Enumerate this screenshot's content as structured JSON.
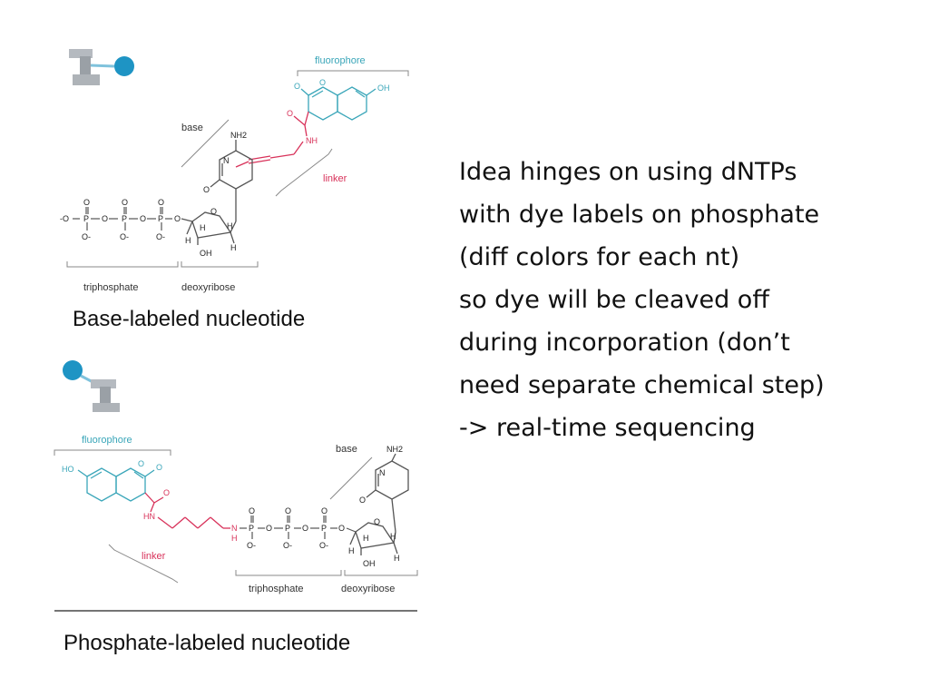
{
  "diagram": {
    "top": {
      "fluorophore": "fluorophore",
      "base": "base",
      "linker": "linker",
      "triphosphate": "triphosphate",
      "deoxyribose": "deoxyribose",
      "atoms": {
        "oh": "OH",
        "o_ring": "O",
        "o_carbonyl": "O",
        "nh2": "NH2",
        "nh": "NH",
        "o_amide": "O",
        "n": "N",
        "o_pyr": "O",
        "p1": "P",
        "p2": "P",
        "p3": "P",
        "o_left": "-O",
        "o_m1": "O",
        "o_m2": "O",
        "o_m3": "O",
        "po1": "O",
        "po2": "O",
        "po3": "O",
        "om1": "O-",
        "om2": "O-",
        "om3": "O-",
        "ring_o": "O",
        "h1": "H",
        "h2": "H",
        "h3": "H",
        "h4": "H",
        "oh2": "OH"
      }
    },
    "bottom": {
      "fluorophore": "fluorophore",
      "base": "base",
      "linker": "linker",
      "triphosphate": "triphosphate",
      "deoxyribose": "deoxyribose",
      "atoms": {
        "ho": "HO",
        "o_ring": "O",
        "o_carbonyl": "O",
        "o_amide": "O",
        "hn": "HN",
        "n": "N",
        "h": "H",
        "nh2": "NH2",
        "n_pyr": "N",
        "o_pyr": "O",
        "p1": "P",
        "p2": "P",
        "p3": "P",
        "o1": "O",
        "o2": "O",
        "o3": "O",
        "po1": "O",
        "po2": "O",
        "po3": "O",
        "om1": "O-",
        "om2": "O-",
        "om3": "O-",
        "ring_o": "O",
        "h1": "H",
        "h2": "H",
        "h3": "H",
        "h4": "H",
        "oh": "OH"
      }
    },
    "caption_top": "Base-labeled nucleotide",
    "caption_bottom": "Phosphate-labeled nucleotide"
  },
  "body_text": {
    "lines": [
      "Idea hinges on using dNTPs",
      "with dye labels on phosphate",
      "(diff colors for each nt)",
      "so dye will be cleaved off",
      "during incorporation (don’t",
      "need separate chemical step)",
      "-> real-time sequencing"
    ]
  },
  "colors": {
    "fluorophore": "#3aa6b9",
    "linker": "#d8325a",
    "structure": "#555555",
    "polymerase_grey": "#9aa0a6",
    "dye_ball": "#1e94c4"
  }
}
